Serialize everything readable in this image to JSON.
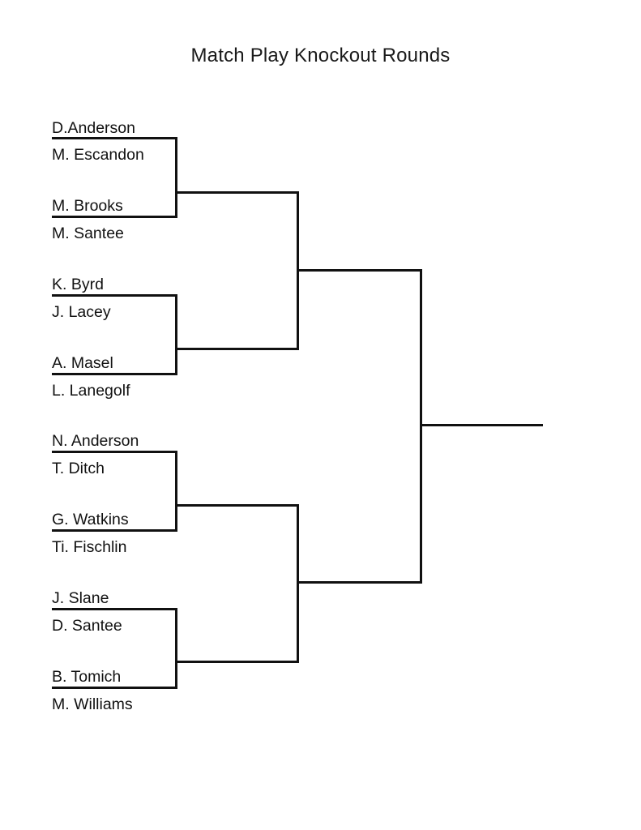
{
  "title": "Match Play Knockout Rounds",
  "bracket": {
    "type": "single-elimination",
    "rounds": 4,
    "round1_players": 16,
    "round1": [
      {
        "match": 1,
        "players": [
          "D.Anderson",
          "M. Escandon"
        ]
      },
      {
        "match": 2,
        "players": [
          "M. Brooks",
          "M. Santee"
        ]
      },
      {
        "match": 3,
        "players": [
          "K. Byrd",
          "J. Lacey"
        ]
      },
      {
        "match": 4,
        "players": [
          "A. Masel",
          "L. Lanegolf"
        ]
      },
      {
        "match": 5,
        "players": [
          "N. Anderson",
          "T. Ditch"
        ]
      },
      {
        "match": 6,
        "players": [
          "G. Watkins",
          "Ti. Fischlin"
        ]
      },
      {
        "match": 7,
        "players": [
          "J. Slane",
          "D. Santee"
        ]
      },
      {
        "match": 8,
        "players": [
          "B. Tomich",
          "M. Williams"
        ]
      }
    ],
    "round2": [
      {
        "match": 1,
        "winner": ""
      },
      {
        "match": 2,
        "winner": ""
      },
      {
        "match": 3,
        "winner": ""
      },
      {
        "match": 4,
        "winner": ""
      }
    ],
    "round3": [
      {
        "match": 1,
        "winner": ""
      },
      {
        "match": 2,
        "winner": ""
      }
    ],
    "final": {
      "match": 1,
      "winner": ""
    }
  },
  "players": {
    "p1": "D.Anderson",
    "p2": "M. Escandon",
    "p3": "M. Brooks",
    "p4": "M. Santee",
    "p5": "K. Byrd",
    "p6": "J. Lacey",
    "p7": "A. Masel",
    "p8": "L. Lanegolf",
    "p9": "N. Anderson",
    "p10": "T. Ditch",
    "p11": "G. Watkins",
    "p12": "Ti. Fischlin",
    "p13": "J. Slane",
    "p14": "D. Santee",
    "p15": "B. Tomich",
    "p16": "M. Williams"
  },
  "colors": {
    "line": "#111111",
    "text": "#111111",
    "background": "#ffffff"
  }
}
